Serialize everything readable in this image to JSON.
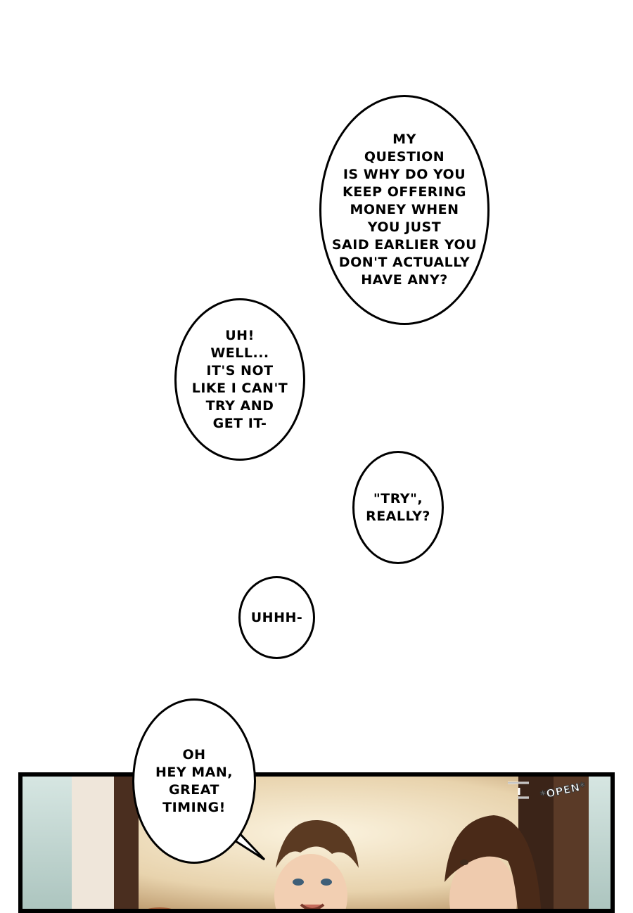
{
  "bubbles": [
    {
      "text": "MY\nQUESTION\nIS WHY DO YOU\nKEEP OFFERING\nMONEY WHEN\nYOU JUST\nSAID EARLIER YOU\nDON'T ACTUALLY\nHAVE ANY?"
    },
    {
      "text": "UH!\nWELL...\nIT'S NOT\nLIKE I CAN'T\nTRY AND\nGET IT-"
    },
    {
      "text": "\"TRY\",\nREALLY?"
    },
    {
      "text": "UHHH-"
    },
    {
      "text": "OH\nHEY MAN,\nGREAT\nTIMING!"
    }
  ],
  "sfx": "*OPEN*",
  "colors": {
    "panel_border": "#000000",
    "room_light": "#f3e5c8",
    "wall_dark": "#4a2e1f"
  }
}
